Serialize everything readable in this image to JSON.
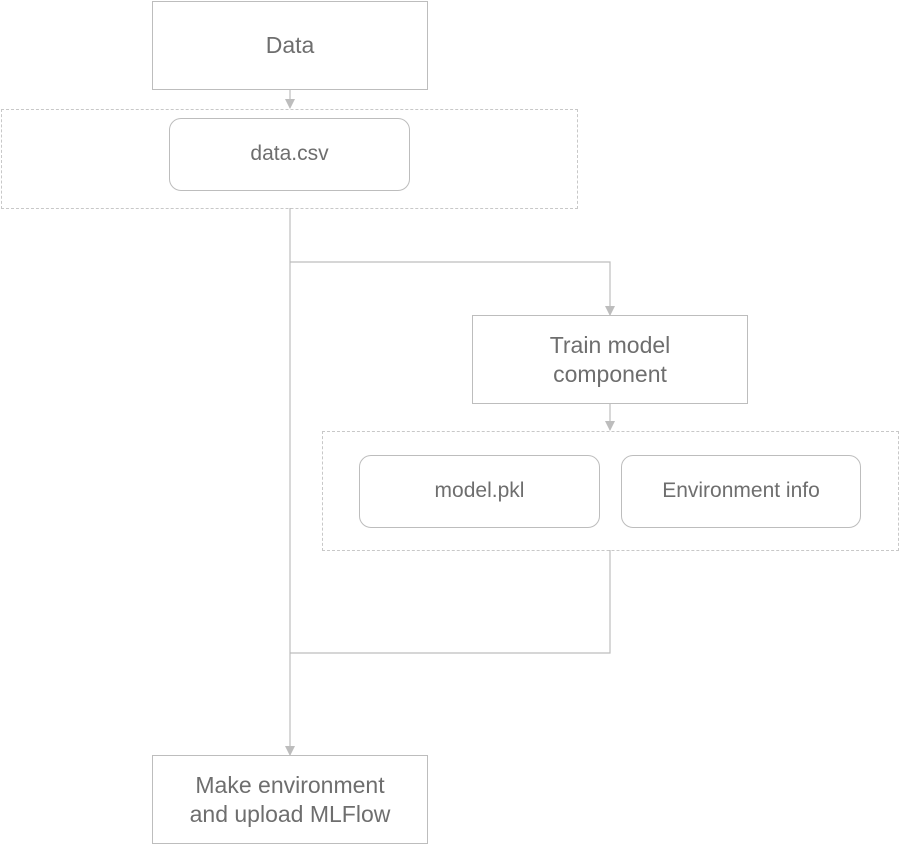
{
  "nodes": {
    "data": "Data",
    "data_csv": "data.csv",
    "train_line1": "Train model",
    "train_line2": "component",
    "model_pkl": "model.pkl",
    "env_info": "Environment info",
    "make_line1": "Make environment",
    "make_line2": "and upload MLFlow"
  },
  "colors": {
    "line": "#bdbdbd",
    "text": "#6e6e6e"
  }
}
